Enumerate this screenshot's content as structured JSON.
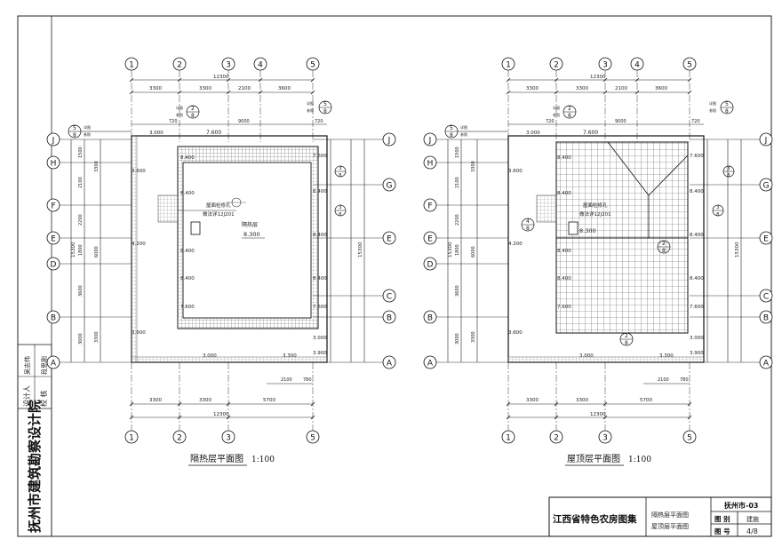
{
  "left_plan": {
    "title": "隔热层平面图",
    "scale": "1:100",
    "room_label": "隔热层",
    "elevation": "8.300",
    "note_line1": "屋面检修孔",
    "note_line2": "做法详12J201",
    "width_total": "12300",
    "bottom_total": "12300",
    "top_dims": [
      "3300",
      "3300",
      "2100",
      "3600"
    ],
    "bottom_dims": [
      "3300",
      "3300",
      "5700"
    ],
    "edge_dims": [
      "720",
      "9000",
      "720"
    ],
    "sub_dims": [
      "2100",
      "780"
    ],
    "elev_marks": [
      "7.600",
      "3.000",
      "3.300",
      "8.400",
      "8.400",
      "8.400",
      "8.400",
      "8.400",
      "7.600",
      "7.600",
      "3.600",
      "4.200",
      "3.600",
      "3.900",
      "3.000"
    ]
  },
  "right_plan": {
    "title": "屋顶层平面图",
    "scale": "1:100",
    "elevation": "8.300",
    "note_line1": "屋面检修孔",
    "note_line2": "做法详12J201",
    "width_total": "12300",
    "bottom_total": "12300",
    "top_dims": [
      "3300",
      "3300",
      "2100",
      "3600"
    ],
    "bottom_dims": [
      "3300",
      "3300",
      "5700"
    ],
    "edge_dims": [
      "720",
      "9000",
      "720"
    ],
    "sub_dims": [
      "2100",
      "780"
    ],
    "elev_marks": [
      "7.600",
      "3.000",
      "3.300",
      "8.400",
      "8.400",
      "8.400",
      "8.400",
      "8.400",
      "7.600",
      "7.600",
      "3.600",
      "4.200",
      "3.600",
      "3.900",
      "3.000"
    ]
  },
  "axes_top": [
    "1",
    "2",
    "3",
    "4",
    "5"
  ],
  "axes_bottom": [
    "1",
    "2",
    "3",
    "5"
  ],
  "axes_left": [
    "J",
    "H",
    "F",
    "E",
    "D",
    "B",
    "A"
  ],
  "axes_right": [
    "J",
    "G",
    "E",
    "C",
    "B",
    "A"
  ],
  "left_vert_dims": [
    "1500",
    "2100",
    "2200",
    "1800",
    "3600",
    "3000"
  ],
  "left_vert_totals": [
    "3300",
    "6000",
    "3300"
  ],
  "total_height": "15300",
  "callout_labels": [
    "详图",
    "参照"
  ],
  "detail_marks": [
    {
      "num": "5",
      "sheet": "8"
    },
    {
      "num": "2",
      "sheet": "8"
    },
    {
      "num": "4",
      "sheet": "8"
    },
    {
      "num": "3",
      "sheet": "8"
    }
  ],
  "side_block": {
    "institute": "抚州市建筑勘察设计院",
    "roles": [
      "设计人",
      "校 核"
    ],
    "names": [
      "吴志伟",
      "段思刚"
    ]
  },
  "title_block": {
    "collection": "江西省特色农房图集",
    "drawing_1": "隔热层平面图",
    "drawing_2": "屋顶层平面图",
    "code": "抚州市-03",
    "category_label": "图 别",
    "category_value": "建施",
    "number_label": "图 号",
    "number_value": "4/8"
  }
}
